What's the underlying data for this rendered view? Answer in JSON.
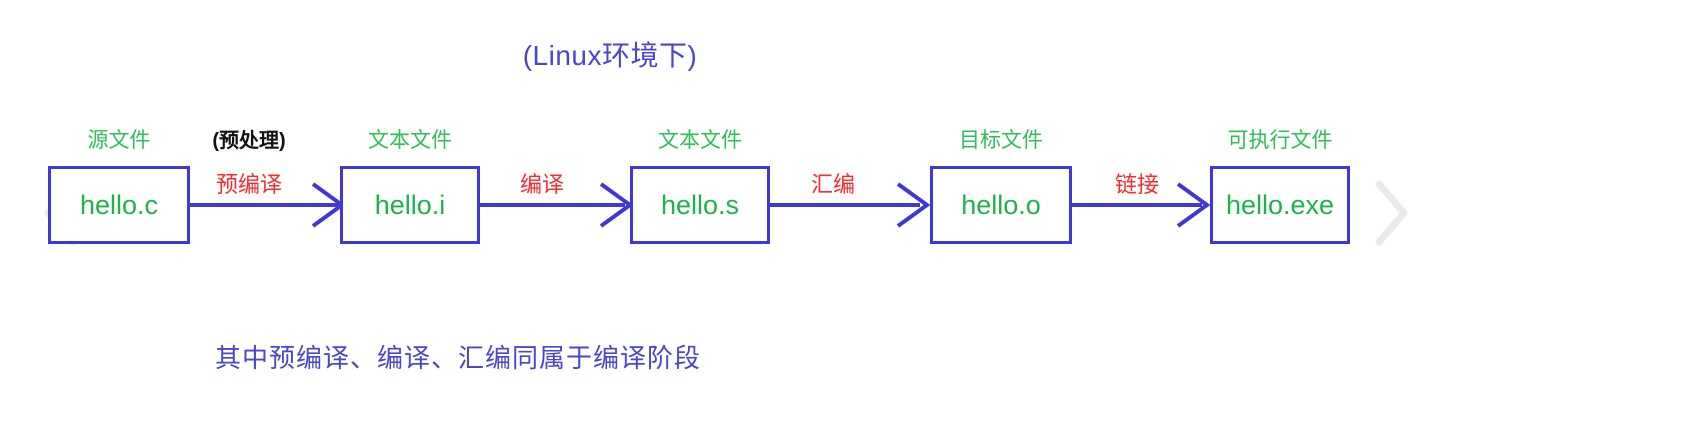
{
  "title": "(Linux环境下)",
  "caption": "其中预编译、编译、汇编同属于编译阶段",
  "colors": {
    "box_border": "#4038d6",
    "node_text": "#22b24c",
    "node_label": "#2fbf57",
    "arrow_label": "#fb2b2b",
    "arrow_line": "#4038d6",
    "title_text": "#4b46cf",
    "caption_text": "#4b46cf",
    "note_text": "#111111",
    "chevron": "#e9e9e9",
    "background": "#ffffff"
  },
  "nodes": [
    {
      "label": "源文件",
      "name": "hello.c"
    },
    {
      "label": "文本文件",
      "name": "hello.i"
    },
    {
      "label": "文本文件",
      "name": "hello.s"
    },
    {
      "label": "目标文件",
      "name": "hello.o"
    },
    {
      "label": "可执行文件",
      "name": "hello.exe"
    }
  ],
  "arrows": [
    {
      "label": "预编译",
      "note": "(预处理)"
    },
    {
      "label": "编译",
      "note": ""
    },
    {
      "label": "汇编",
      "note": ""
    },
    {
      "label": "链接",
      "note": ""
    }
  ],
  "carousel": {
    "prev_icon": "chevron-left-icon",
    "next_icon": "chevron-right-icon"
  }
}
